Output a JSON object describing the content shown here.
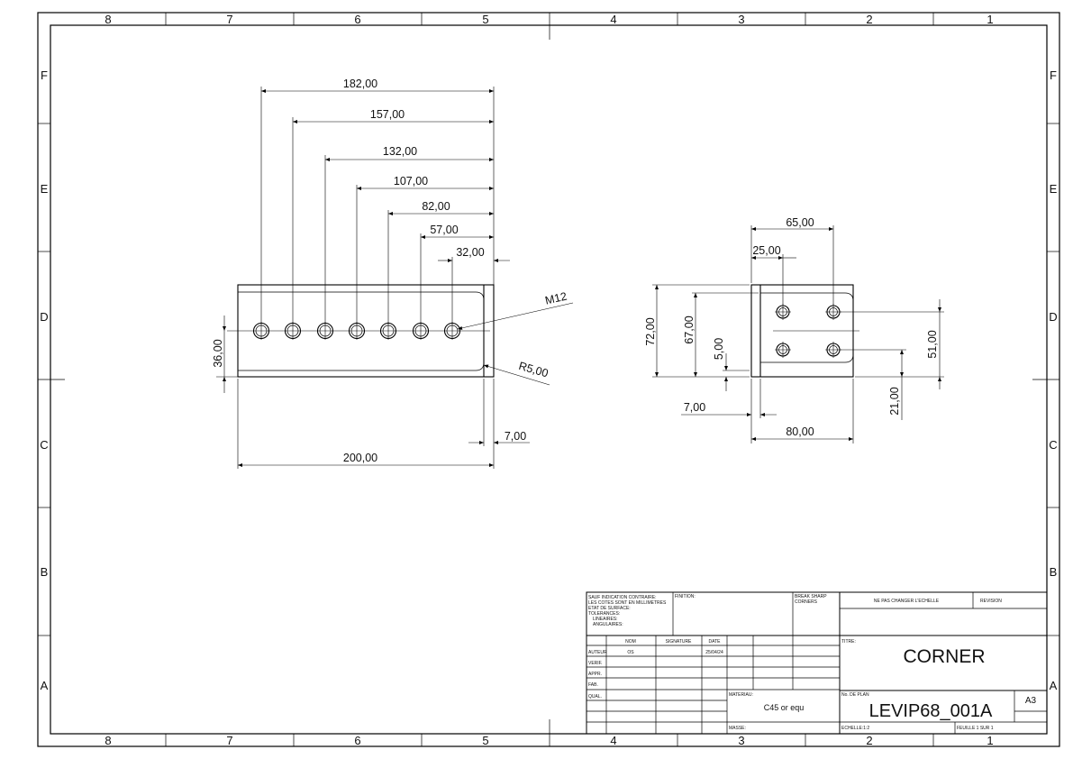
{
  "zones": {
    "columns": [
      "8",
      "7",
      "6",
      "5",
      "4",
      "3",
      "2",
      "1"
    ],
    "rows": [
      "F",
      "E",
      "D",
      "C",
      "B",
      "A"
    ]
  },
  "side_view": {
    "dimensions": {
      "d182": "182,00",
      "d157": "157,00",
      "d132": "132,00",
      "d107": "107,00",
      "d82": "82,00",
      "d57": "57,00",
      "d32": "32,00",
      "d36": "36,00",
      "d200": "200,00",
      "d7": "7,00",
      "thread": "M12",
      "radius": "R5,00"
    }
  },
  "end_view": {
    "dimensions": {
      "d65": "65,00",
      "d25": "25,00",
      "d72": "72,00",
      "d67": "67,00",
      "d5": "5,00",
      "d51": "51,00",
      "d21": "21,00",
      "d7": "7,00",
      "d80": "80,00"
    }
  },
  "title_block": {
    "general_notes": [
      "SAUF INDICATION CONTRAIRE:",
      "LES COTES SONT EN MILLIMETRES",
      "ETAT DE SURFACE:",
      "TOLERANCES:",
      "LINEAIRES:",
      "ANGULAIRES:"
    ],
    "finish_label": "FINITION:",
    "break_sharp": [
      "BREAK SHARP",
      "CORNERS"
    ],
    "scale_note": "NE PAS CHANGER L'ECHELLE",
    "revision_label": "REVISION",
    "headers": {
      "nom": "NOM",
      "signature": "SIGNATURE",
      "date": "DATE"
    },
    "roles": [
      "AUTEUR",
      "VERIF.",
      "APPR.",
      "FAB.",
      "QUAL."
    ],
    "author_name": "OS",
    "author_date": "25/04/24",
    "title_label": "TITRE:",
    "title": "CORNER",
    "material_label": "MATERIAU:",
    "material": "C45 or equ",
    "drawing_no_label": "No. DE PLAN",
    "drawing_no": "LEVIP68_001A",
    "sheet_size": "A3",
    "mass_label": "MASSE:",
    "scale": "ECHELLE:1:2",
    "sheet": "FEUILLE 1 SUR 1"
  }
}
